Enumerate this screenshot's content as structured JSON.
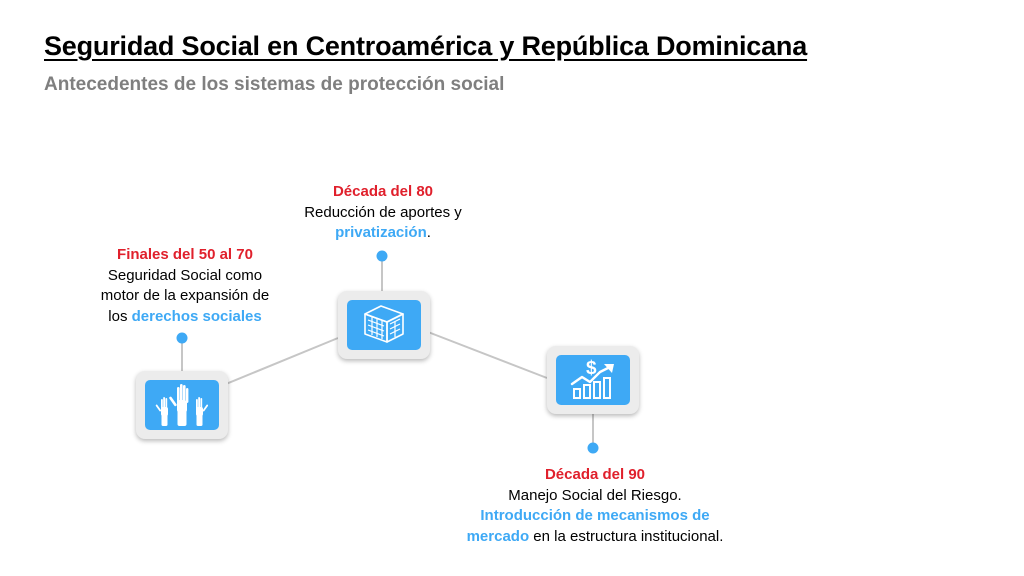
{
  "slide": {
    "title": "Seguridad Social en Centroamérica y República Dominicana",
    "subtitle": "Antecedentes de los sistemas de protección social"
  },
  "colors": {
    "period": "#e0202c",
    "highlight": "#3ea9f5",
    "tile": "#3ea9f5",
    "connector": "#c6c6c6",
    "title": "#000000",
    "subtitle": "#7f7f7f"
  },
  "milestones": [
    {
      "icon": "raised-hands-icon",
      "period": "Finales del 50 al 70",
      "text_before": "Seguridad Social como motor de la expansión de los ",
      "highlight": "derechos sociales",
      "text_after": ""
    },
    {
      "icon": "building-icon",
      "period": "Década del 80",
      "text_before": "Reducción de aportes y ",
      "highlight": "privatización",
      "text_after": "."
    },
    {
      "icon": "dollar-growth-chart-icon",
      "period": "Década del 90",
      "text_before": "Manejo Social del Riesgo. ",
      "highlight": "Introducción de mecanismos de mercado",
      "text_after": " en la estructura institucional."
    }
  ]
}
